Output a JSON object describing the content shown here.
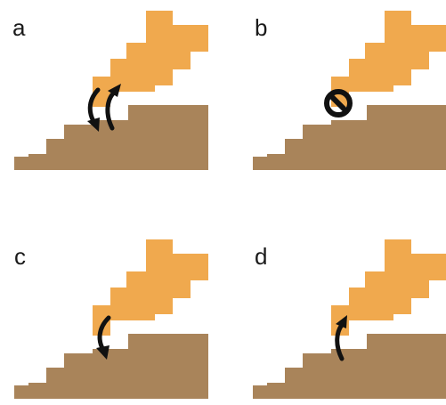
{
  "colors": {
    "top_block": "#F0A94E",
    "bottom_block": "#A9845A",
    "arrow": "#111111",
    "no_symbol": "#111111"
  },
  "panels": [
    {
      "label": "a",
      "arrows": "both",
      "symbol": "none"
    },
    {
      "label": "b",
      "arrows": "none",
      "symbol": "no-entry"
    },
    {
      "label": "c",
      "arrows": "down",
      "symbol": "none"
    },
    {
      "label": "d",
      "arrows": "up",
      "symbol": "none"
    }
  ]
}
